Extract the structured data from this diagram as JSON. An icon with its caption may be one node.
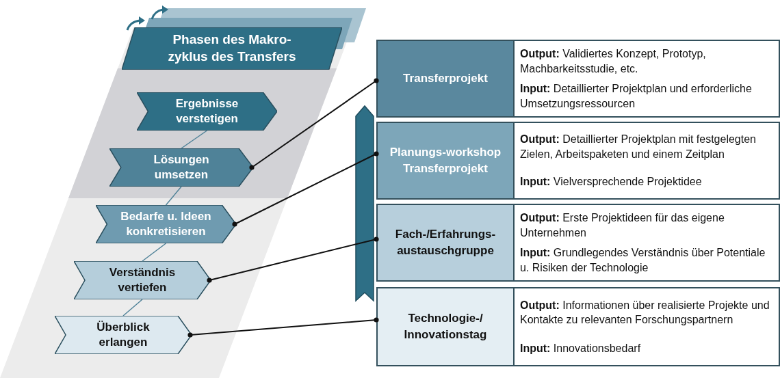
{
  "diagram": {
    "nodes": [
      {
        "text": [
          "Phasen des Makro-zyklus des Transfers"
        ]
      },
      {
        "text": [
          "Ergebnisse verstetigen"
        ]
      },
      {
        "text": [
          "Lösungen umsetzen"
        ]
      },
      {
        "text": [
          "Bedarfe u. Ideen konkretisieren"
        ]
      },
      {
        "text": [
          "Verständnis vertiefen"
        ]
      },
      {
        "text": [
          "Überblick erlangen"
        ]
      },
      {
        "text": [
          "Transferprojekt"
        ]
      },
      {
        "text": [
          "**Output:** Validiertes Konzept, Prototyp, Machbarkeitsstudie, etc.",
          "**Input:** Detaillierter Projektplan und erforderliche Umsetzungsressourcen"
        ]
      },
      {
        "text": [
          "Planungs-workshop Transferprojekt"
        ]
      },
      {
        "text": [
          "**Output:** Detaillierter Projektplan mit festgelegten Zielen, Arbeitspaketen und einem Zeitplan",
          "**Input:** Vielversprechende Projektidee"
        ]
      },
      {
        "text": [
          "Fach-/Erfahrungs-austauschgruppe"
        ]
      },
      {
        "text": [
          "**Output:** Erste Projektideen für das eigene Unternehmen",
          "**Input:** Grundlegendes Verständnis über Potentiale u. Risiken der Technologie"
        ]
      },
      {
        "text": [
          "Technologie-/Innovationstag"
        ]
      },
      {
        "text": [
          "**Output:** Informationen über realisierte Projekte und Kontakte zu relevanten Forschungspartnern",
          "**Input:** Innovationsbedarf"
        ]
      }
    ],
    "edges": [
      {
        "from": 1,
        "to": 2,
        "arrow": "none"
      },
      {
        "from": 2,
        "to": 3,
        "arrow": "none"
      },
      {
        "from": 3,
        "to": 4,
        "arrow": "none"
      },
      {
        "from": 4,
        "to": 5,
        "arrow": "none"
      },
      {
        "from": 2,
        "to": 6,
        "arrow": "other",
        "color": "#111111"
      },
      {
        "from": 3,
        "to": 8,
        "arrow": "other",
        "color": "#111111"
      },
      {
        "from": 4,
        "to": 10,
        "arrow": "other",
        "color": "#111111"
      },
      {
        "from": 5,
        "to": 12,
        "arrow": "other",
        "color": "#111111"
      }
    ]
  }
}
